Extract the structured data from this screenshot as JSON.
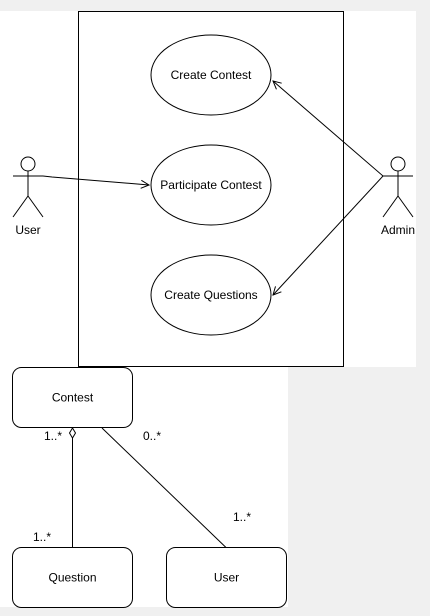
{
  "use_case_diagram": {
    "actors": {
      "user": "User",
      "admin": "Admin"
    },
    "use_cases": {
      "create_contest": "Create Contest",
      "participate_contest": "Participate Contest",
      "create_questions": "Create Questions"
    }
  },
  "class_diagram": {
    "classes": {
      "contest": "Contest",
      "question": "Question",
      "user": "User"
    },
    "multiplicities": {
      "contest_question_top": "1..*",
      "contest_question_bottom": "1..*",
      "contest_user_top": "0..*",
      "contest_user_bottom": "1..*"
    }
  },
  "colors": {
    "background": "#f0f0f0",
    "paper": "#ffffff",
    "stroke": "#000000"
  }
}
